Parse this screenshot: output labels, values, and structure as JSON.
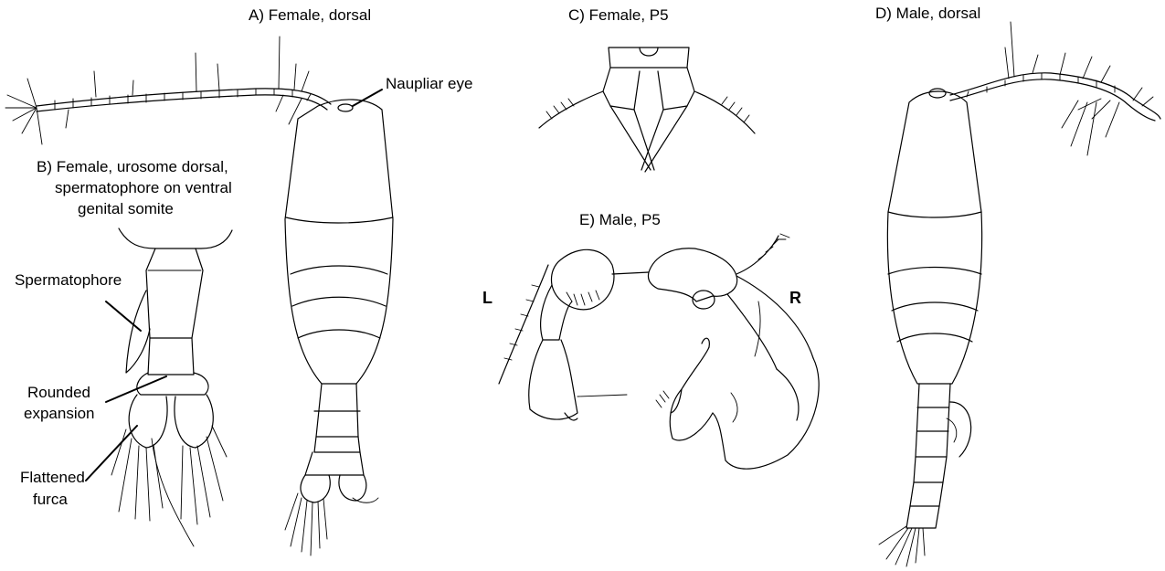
{
  "panels": {
    "a": {
      "title": "A) Female, dorsal",
      "callouts": {
        "eye": "Naupliar eye"
      }
    },
    "b": {
      "title_lines": [
        "B) Female, urosome dorsal,",
        "spermatophore on ventral",
        "genital somite"
      ],
      "callouts": {
        "spermatophore": "Spermatophore",
        "expansion": [
          "Rounded",
          "expansion"
        ],
        "furca": [
          "Flattened",
          "furca"
        ]
      }
    },
    "c": {
      "title": "C) Female, P5"
    },
    "d": {
      "title": "D) Male, dorsal"
    },
    "e": {
      "title": "E) Male, P5",
      "left_mark": "L",
      "right_mark": "R"
    }
  },
  "colors": {
    "ink": "#000000",
    "background": "#ffffff"
  }
}
